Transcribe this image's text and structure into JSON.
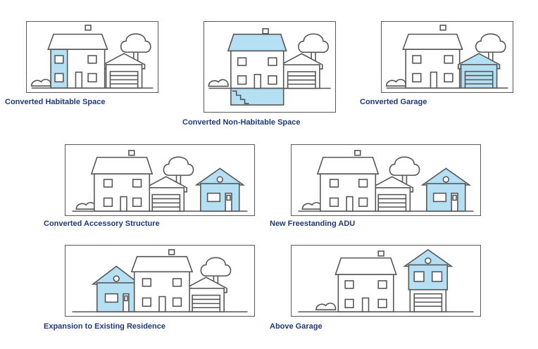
{
  "highlight_color": "#b5dff3",
  "caption_color": "#1f3a7a",
  "cards": [
    {
      "caption": "Converted Habitable Space"
    },
    {
      "caption": "Converted Non-Habitable Space"
    },
    {
      "caption": "Converted Garage"
    },
    {
      "caption": "Converted Accessory Structure"
    },
    {
      "caption": "New Freestanding ADU"
    },
    {
      "caption": "Expansion to Existing Residence"
    },
    {
      "caption": "Above Garage"
    }
  ]
}
